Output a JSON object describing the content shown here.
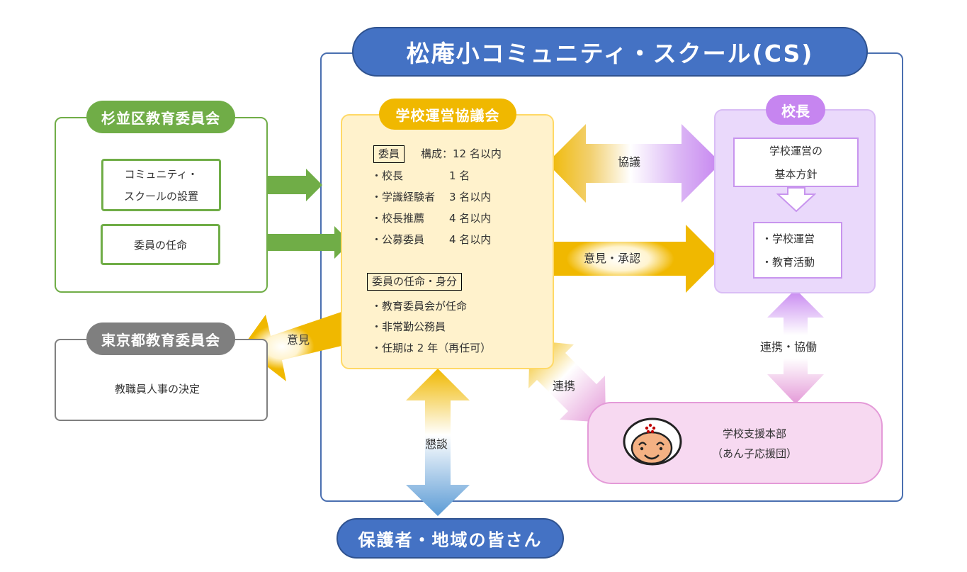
{
  "title": "松庵小コミュニティ・スクール(CS)",
  "suginami_board": {
    "title": "杉並区教育委員会",
    "items": [
      {
        "lines": [
          "コミュニティ・",
          "スクールの設置"
        ]
      },
      {
        "lines": [
          "委員の任命"
        ]
      }
    ]
  },
  "tokyo_board": {
    "title": "東京都教育委員会",
    "body": "教職員人事の決定"
  },
  "council": {
    "title": "学校運営協議会",
    "members_heading": "委員",
    "composition": "構成：12 名以内",
    "members": [
      {
        "role": "・校長",
        "count": "1 名"
      },
      {
        "role": "・学識経験者",
        "count": "3 名以内"
      },
      {
        "role": "・校長推薦",
        "count": "4 名以内"
      },
      {
        "role": "・公募委員",
        "count": "4 名以内"
      }
    ],
    "appointment_heading": "委員の任命・身分",
    "appointment_items": [
      "・教育委員会が任命",
      "・非常勤公務員",
      "・任期は 2 年（再任可）"
    ]
  },
  "principal": {
    "title": "校長",
    "policy_lines": [
      "学校運営の",
      "基本方針"
    ],
    "activities": [
      "・学校運営",
      "・教育活動"
    ]
  },
  "support_hq": {
    "lines": [
      "学校支援本部",
      "（あん子応援団）"
    ],
    "mascot_icon": "mascot-face-icon"
  },
  "residents": {
    "title": "保護者・地域の皆さん"
  },
  "arrows": {
    "consult": "協議",
    "opinion_approval": "意見・承認",
    "opinion": "意見",
    "collaboration": "連携・協働",
    "cooperation": "連携",
    "discussion": "懇談"
  },
  "colors": {
    "cs_blue": "#4472c4",
    "green": "#70ad47",
    "gold": "#f0b800",
    "gray": "#7f7f7f",
    "purple": "#c685f0",
    "pink": "#e49ad8"
  }
}
